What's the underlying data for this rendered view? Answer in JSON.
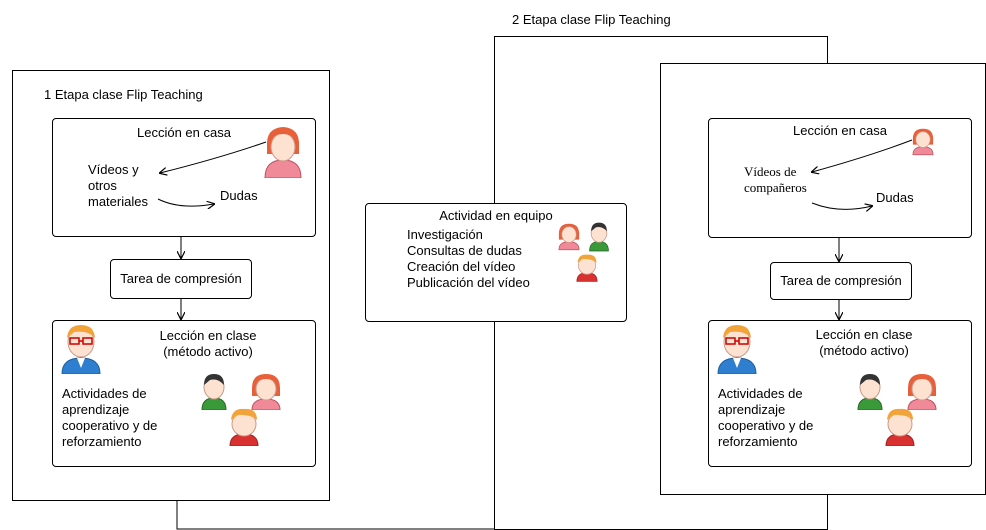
{
  "stage1": {
    "title": "1 Etapa clase Flip Teaching",
    "home_lesson": {
      "title": "Lección en casa",
      "materials": [
        "Vídeos y",
        "otros",
        "materiales"
      ],
      "doubts": "Dudas"
    },
    "task": "Tarea de compresión",
    "class_lesson": {
      "title": [
        "Lección en clase",
        "(método activo)"
      ],
      "activities": [
        "Actividades de",
        "aprendizaje",
        "cooperativo y de",
        "reforzamiento"
      ]
    }
  },
  "stage2": {
    "title": "2 Etapa clase Flip Teaching",
    "team_activity": {
      "title": "Actividad en equipo",
      "items": [
        "Investigación",
        "Consultas de dudas",
        "Creación del vídeo",
        "Publicación del vídeo"
      ]
    },
    "home_lesson": {
      "title": "Lección en casa",
      "materials": [
        "Vídeos de",
        "compañeros"
      ],
      "doubts": "Dudas"
    },
    "task": "Tarea de compresión",
    "class_lesson": {
      "title": [
        "Lección en clase",
        "(método activo)"
      ],
      "activities": [
        "Actividades de",
        "aprendizaje",
        "cooperativo y de",
        "reforzamiento"
      ]
    }
  },
  "colors": {
    "line": "#000000",
    "skin": "#fde2d2",
    "hair_red": "#e8603a",
    "hair_orange": "#f2a33a",
    "hair_dark": "#333333",
    "shirt_pink": "#f08a98",
    "shirt_green": "#3a9a3a",
    "shirt_red": "#d93030",
    "shirt_blue": "#2f7fd1"
  }
}
